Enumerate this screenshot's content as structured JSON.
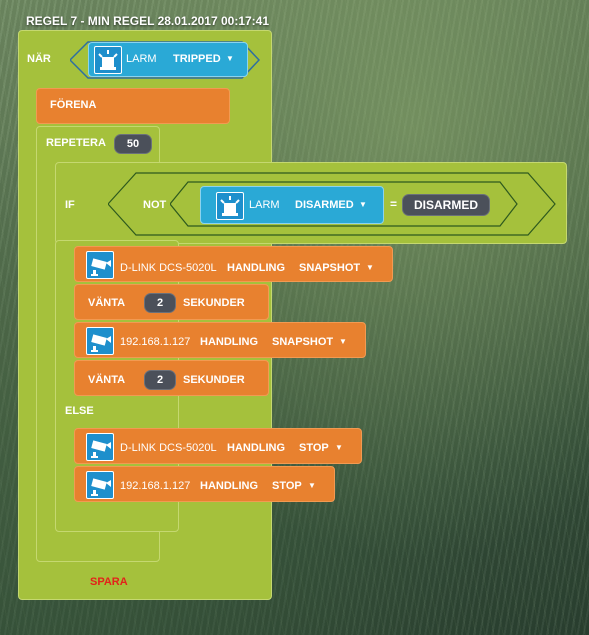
{
  "rule_title": "REGEL 7 - MIN REGEL 28.01.2017 00:17:41",
  "when": {
    "label": "NÄR",
    "device": "LARM",
    "event": "TRIPPED"
  },
  "combine": {
    "label": "FÖRENA"
  },
  "repeat": {
    "label": "REPETERA",
    "count": "50"
  },
  "if_block": {
    "label": "IF",
    "not_label": "NOT",
    "device": "LARM",
    "state": "DISARMED",
    "equals": "=",
    "compare_value": "DISARMED"
  },
  "then_actions": [
    {
      "device": "D-LINK DCS-5020L",
      "action_label": "HANDLING",
      "action": "SNAPSHOT"
    },
    {
      "wait_label": "VÄNTA",
      "wait_value": "2",
      "unit": "SEKUNDER"
    },
    {
      "device": "192.168.1.127",
      "action_label": "HANDLING",
      "action": "SNAPSHOT"
    },
    {
      "wait_label": "VÄNTA",
      "wait_value": "2",
      "unit": "SEKUNDER"
    }
  ],
  "else_block": {
    "label": "ELSE",
    "actions": [
      {
        "device": "D-LINK DCS-5020L",
        "action_label": "HANDLING",
        "action": "STOP"
      },
      {
        "device": "192.168.1.127",
        "action_label": "HANDLING",
        "action": "STOP"
      }
    ]
  },
  "save": {
    "label": "SPARA"
  },
  "colors": {
    "green_block": "#a5c13c",
    "orange_block": "#e8812f",
    "blue_block": "#2aa9d6",
    "pill": "#4b505a",
    "save_text": "#e2231a"
  },
  "icons": {
    "alarm": "siren-icon",
    "camera": "camera-icon",
    "dropdown": "triangle-down-icon"
  }
}
